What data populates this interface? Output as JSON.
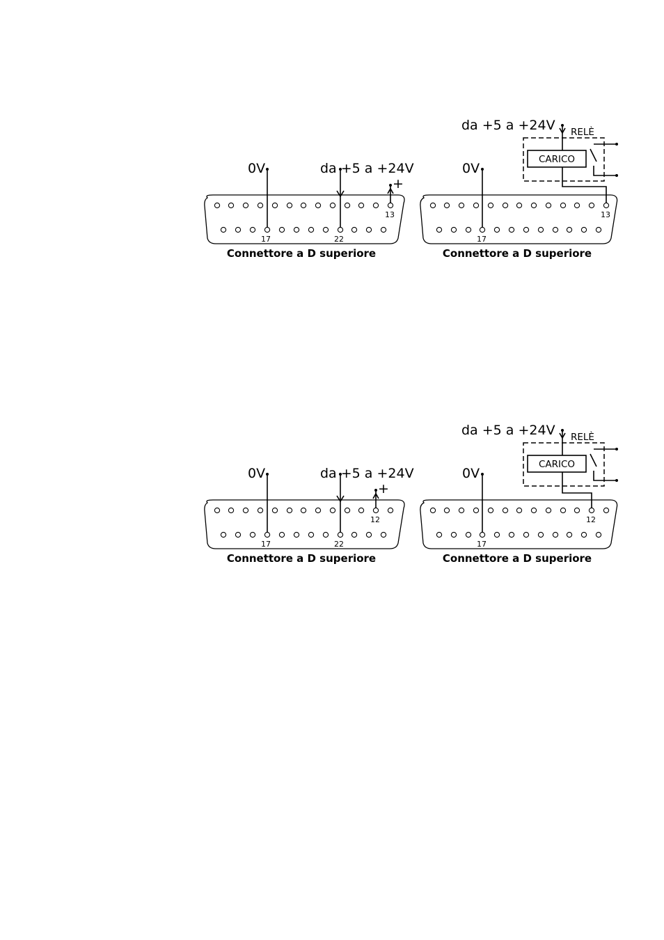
{
  "diagrams": [
    {
      "labels": {
        "ground": "0V",
        "supply": "da +5 a +24V",
        "plus": "+",
        "ground_pin": "17",
        "supply_pin": "22",
        "signal_pin": "13"
      },
      "caption": "Connettore a D superiore"
    },
    {
      "labels": {
        "supply": "da +5 a +24V",
        "relay": "RELÈ",
        "load": "CARICO",
        "ground": "0V",
        "signal_pin": "13",
        "ground_pin": "17"
      },
      "caption": "Connettore a D superiore"
    },
    {
      "labels": {
        "ground": "0V",
        "supply": "da +5 a +24V",
        "plus": "+",
        "signal_pin": "12",
        "ground_pin": "17",
        "supply_pin": "22"
      },
      "caption": "Connettore a D superiore"
    },
    {
      "labels": {
        "supply": "da +5 a +24V",
        "relay": "RELÈ",
        "load": "CARICO",
        "ground": "0V",
        "signal_pin": "12",
        "ground_pin": "17"
      },
      "caption": "Connettore a D superiore"
    }
  ]
}
